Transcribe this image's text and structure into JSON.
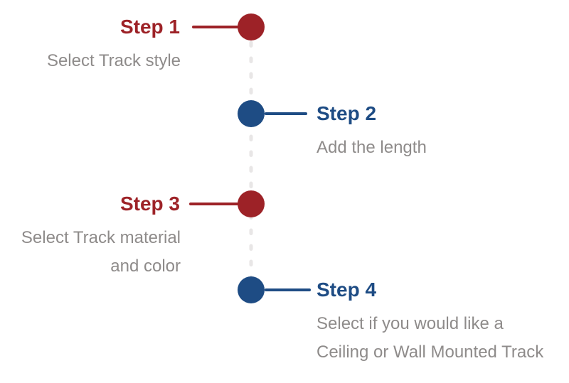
{
  "colors": {
    "step-red": "#9d2227",
    "step-blue": "#1e4c84",
    "desc-gray": "#8e8b8a",
    "dash-gray": "#e8e6e6"
  },
  "timeline": {
    "steps": [
      {
        "label": "Step 1",
        "description_lines": [
          "Select Track style"
        ],
        "side": "left",
        "color": "red"
      },
      {
        "label": "Step 2",
        "description_lines": [
          "Add the length"
        ],
        "side": "right",
        "color": "blue"
      },
      {
        "label": "Step 3",
        "description_lines": [
          "Select Track material",
          "and color"
        ],
        "side": "left",
        "color": "red"
      },
      {
        "label": "Step 4",
        "description_lines": [
          "Select if you would like a",
          "Ceiling or Wall Mounted Track"
        ],
        "side": "right",
        "color": "blue"
      }
    ]
  }
}
